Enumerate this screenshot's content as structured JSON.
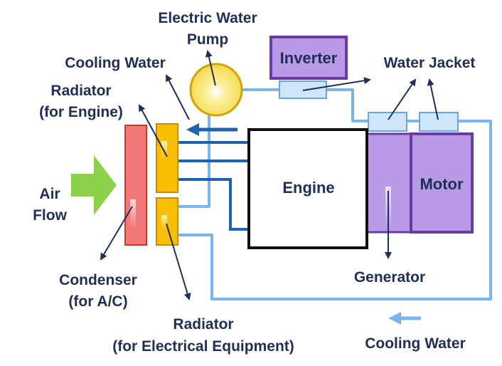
{
  "labels": {
    "electric_water_pump_line1": "Electric Water",
    "electric_water_pump_line2": "Pump",
    "inverter": "Inverter",
    "cooling_water_top": "Cooling Water",
    "water_jacket": "Water Jacket",
    "radiator_engine_line1": "Radiator",
    "radiator_engine_line2": "(for Engine)",
    "air_flow_line1": "Air",
    "air_flow_line2": "Flow",
    "engine": "Engine",
    "motor": "Motor",
    "generator": "Generator",
    "condenser_line1": "Condenser",
    "condenser_line2": "(for A/C)",
    "radiator_elec_line1": "Radiator",
    "radiator_elec_line2": "(for Electrical Equipment)",
    "cooling_water_bottom": "Cooling Water"
  },
  "colors": {
    "label_text": "#1f2f57",
    "engine_coolant_pipe": "#1e63b0",
    "electric_coolant_pipe": "#7db3ec",
    "condenser_fill": "#f47878",
    "condenser_stroke": "#c0392b",
    "radiator_fill": "#f8c000",
    "radiator_stroke": "#c98a00",
    "pump_fill": "#f7e36a",
    "pump_stroke": "#d2a400",
    "purple_fill": "#b89ae6",
    "purple_stroke": "#6a3aa8",
    "jacket_fill": "#cfe6fa",
    "air_arrow": "#8dd14a",
    "engine_stroke": "#111111"
  }
}
